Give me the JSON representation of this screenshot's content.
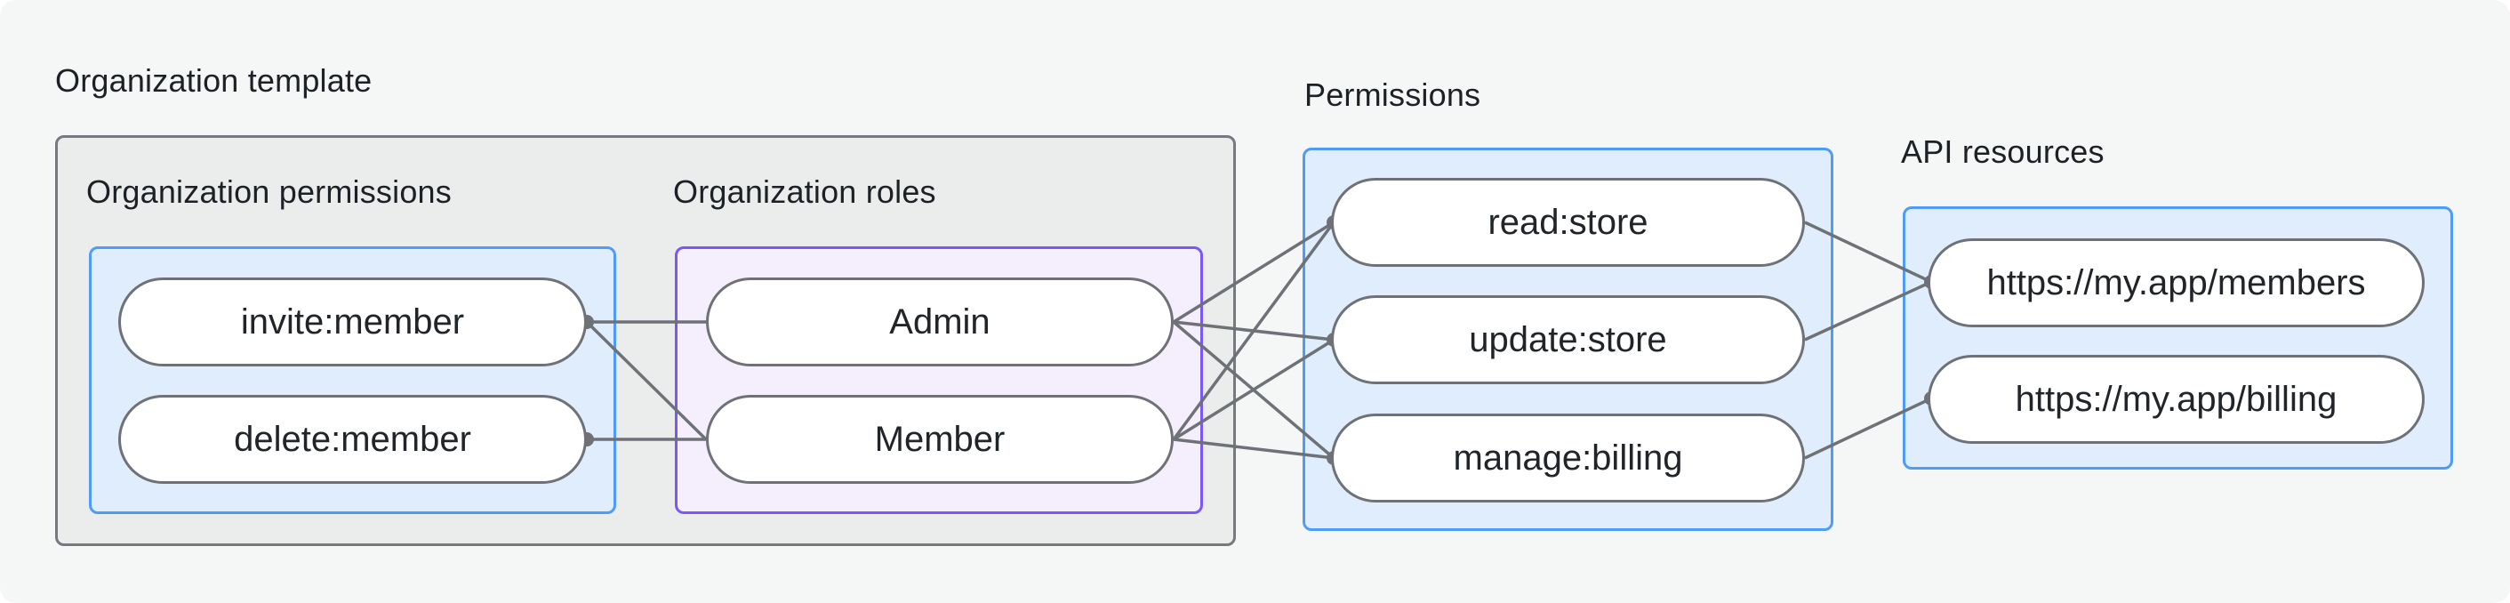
{
  "diagram": {
    "organization_template": {
      "label": "Organization template"
    },
    "organization_permissions": {
      "label": "Organization permissions",
      "pills": [
        "invite:member",
        "delete:member"
      ]
    },
    "organization_roles": {
      "label": "Organization roles",
      "pills": [
        "Admin",
        "Member"
      ]
    },
    "permissions": {
      "label": "Permissions",
      "pills": [
        "read:store",
        "update:store",
        "manage:billing"
      ]
    },
    "api_resources": {
      "label": "API resources",
      "pills": [
        "https://my.app/members",
        "https://my.app/billing"
      ]
    },
    "connections": [
      {
        "from": "invite:member",
        "to": "Admin"
      },
      {
        "from": "invite:member",
        "to": "Member"
      },
      {
        "from": "delete:member",
        "to": "Member"
      },
      {
        "from": "Admin",
        "to": "read:store"
      },
      {
        "from": "Admin",
        "to": "update:store"
      },
      {
        "from": "Admin",
        "to": "manage:billing"
      },
      {
        "from": "Member",
        "to": "read:store"
      },
      {
        "from": "Member",
        "to": "update:store"
      },
      {
        "from": "Member",
        "to": "manage:billing"
      },
      {
        "from": "read:store",
        "to": "https://my.app/members"
      },
      {
        "from": "update:store",
        "to": "https://my.app/members"
      },
      {
        "from": "manage:billing",
        "to": "https://my.app/billing"
      }
    ],
    "colors": {
      "page_bg": "#F5F6F6",
      "container_fill": "#EBECEC",
      "container_border": "#76797D",
      "blue_border": "#4E9BF8",
      "blue_fill": "#E0EDFC",
      "purple_border": "#7957F8",
      "purple_fill": "#F4EEFD",
      "pill_border": "#6E7276",
      "connector": "#6E7276",
      "text": "#1D2126"
    }
  }
}
